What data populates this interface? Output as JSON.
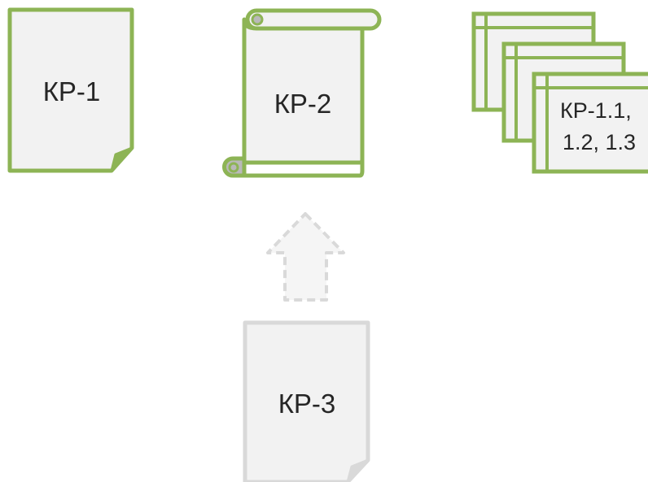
{
  "colors": {
    "page_fill": "#f2f2f2",
    "green_border": "#8db455",
    "grey_border": "#d9d9d9",
    "text": "#262626",
    "scroll_curl": "#b9b9b9"
  },
  "nodes": {
    "kp1": {
      "label": "КР-1",
      "icon": "document-page-icon"
    },
    "kp2": {
      "label": "КР-2",
      "icon": "scroll-icon"
    },
    "kp11": {
      "label_line1": "КР-1.1,",
      "label_line2": "1.2, 1.3",
      "icon": "stacked-documents-icon"
    },
    "kp3": {
      "label": "КР-3",
      "icon": "document-page-icon"
    }
  },
  "connector": {
    "icon": "dashed-up-arrow-icon",
    "from": "kp3",
    "to": "kp2"
  }
}
